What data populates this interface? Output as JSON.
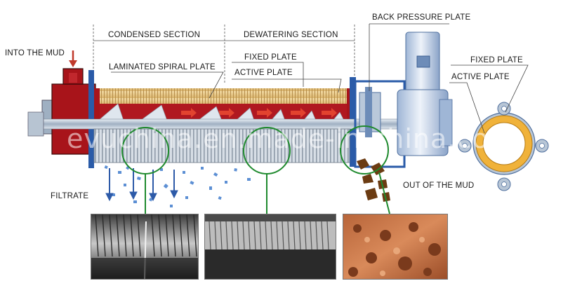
{
  "labels": {
    "into_the_mud": "INTO THE MUD",
    "condensed_section": "CONDENSED SECTION",
    "dewatering_section": "DEWATERING SECTION",
    "back_pressure_plate": "BACK PRESSURE PLATE",
    "laminated_spiral_plate": "LAMINATED SPIRAL PLATE",
    "fixed_plate_main": "FIXED PLATE",
    "active_plate_main": "ACTIVE PLATE",
    "fixed_plate_ring": "FIXED PLATE",
    "active_plate_ring": "ACTIVE PLATE",
    "filtrate": "FILTRATE",
    "out_of_the_mud": "OUT OF THE MUD"
  },
  "watermark": "evuchina.en.made-in-china.com",
  "colors": {
    "mud_red": "#a8141a",
    "screw_grey": "#c9d4de",
    "blue_frame": "#2a5ba8",
    "plate_tan": "#e9c98a",
    "ring_orange": "#f0b23a",
    "lens_green": "#1f8a2e",
    "filtrate_blue": "#5c8fd4",
    "mud_brown": "#6b3b12"
  }
}
